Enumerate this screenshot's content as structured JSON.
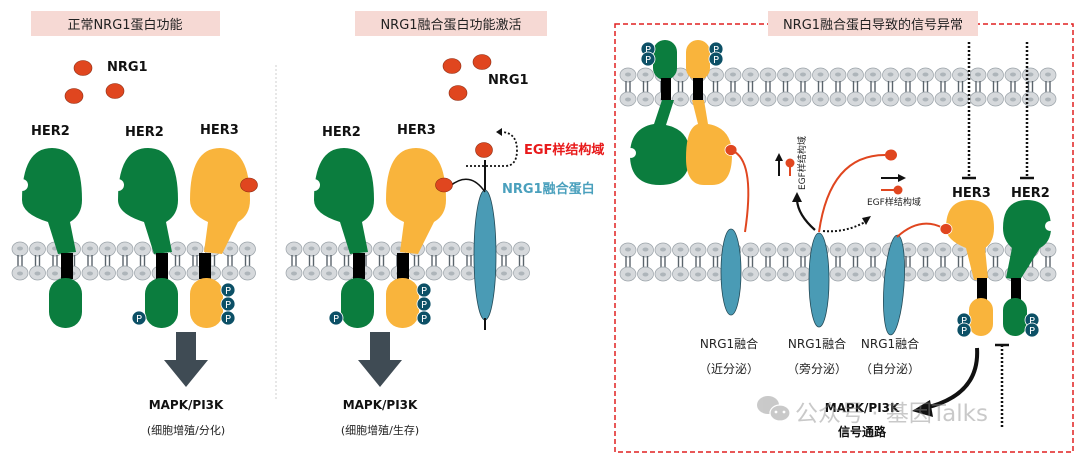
{
  "colors": {
    "her2_green": "#0b7d3e",
    "her3_orange": "#f9b43c",
    "nrg1_red": "#e0461f",
    "fusion_blue": "#4a9bb5",
    "phospho_teal": "#0c5066",
    "arrow_gray": "#3f4b54",
    "title_bg": "#f6d9d4",
    "dashed_border": "#e02020",
    "egf_label_red": "#e8191a",
    "fusion_label_blue": "#4aa0bd",
    "lipid_head": "#d6d9dc"
  },
  "panels": [
    {
      "title": "正常NRG1蛋白功能",
      "ligand_label": "NRG1",
      "receptors": [
        "HER2",
        "HER2",
        "HER3"
      ],
      "phospho": "P",
      "pathway": "MAPK/PI3K",
      "outcome": "(细胞增殖/分化)"
    },
    {
      "title": "NRG1融合蛋白功能激活",
      "ligand_label": "NRG1",
      "receptors": [
        "HER2",
        "HER3"
      ],
      "egf_label": "EGF样结构域",
      "fusion_label": "NRG1融合蛋白",
      "phospho": "P",
      "pathway": "MAPK/PI3K",
      "outcome": "(细胞增殖/生存)"
    },
    {
      "title": "NRG1融合蛋白导致的信号异常",
      "receptors": [
        "HER3",
        "HER2"
      ],
      "egf_label_vertical": "EGF样结构域",
      "egf_label_horizontal": "EGF样结构域",
      "phospho": "P",
      "fusions": [
        {
          "name": "NRG1融合",
          "mode": "（近分泌）"
        },
        {
          "name": "NRG1融合",
          "mode": "（旁分泌）"
        },
        {
          "name": "NRG1融合",
          "mode": "（自分泌）"
        }
      ],
      "pathway": "MAPK/PI3K",
      "pathway_sub": "信号通路"
    }
  ],
  "watermark": {
    "icon": "wechat-icon",
    "text": "公众号 · 基因Talks"
  }
}
